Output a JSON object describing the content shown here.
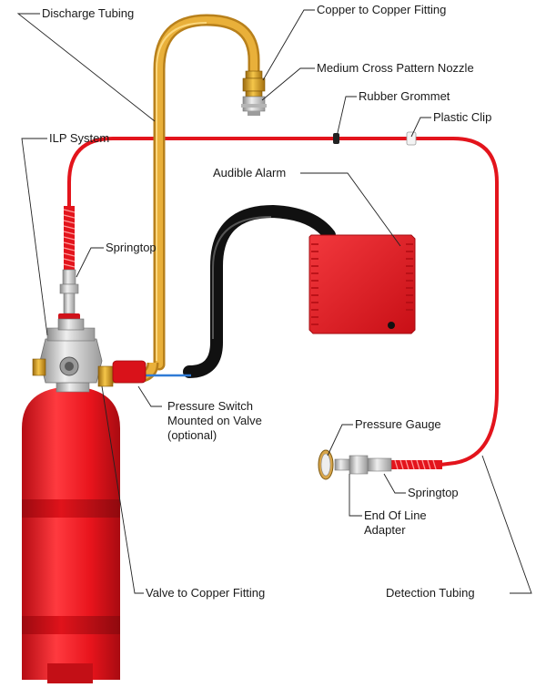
{
  "labels": {
    "discharge_tubing": "Discharge Tubing",
    "copper_fitting": "Copper to Copper Fitting",
    "nozzle": "Medium Cross Pattern Nozzle",
    "grommet": "Rubber Grommet",
    "clip": "Plastic Clip",
    "ilp": "ILP System",
    "alarm": "Audible Alarm",
    "springtop_top": "Springtop",
    "switch_line1": "Pressure Switch",
    "switch_line2": "Mounted on Valve",
    "switch_line3": "(optional)",
    "gauge": "Pressure Gauge",
    "springtop_bottom": "Springtop",
    "eol_line1": "End Of Line",
    "eol_line2": "Adapter",
    "valve_fitting": "Valve to Copper Fitting",
    "detection_tubing": "Detection Tubing"
  },
  "colors": {
    "cylinder_red": "#e8141c",
    "detection_red": "#e3141c",
    "copper_tube": "#e0a22a",
    "alarm_red": "#e5161e",
    "valve_silver": "#c9c9c9",
    "wire_black": "#111111",
    "fitting_brass": "#d89a1e"
  }
}
